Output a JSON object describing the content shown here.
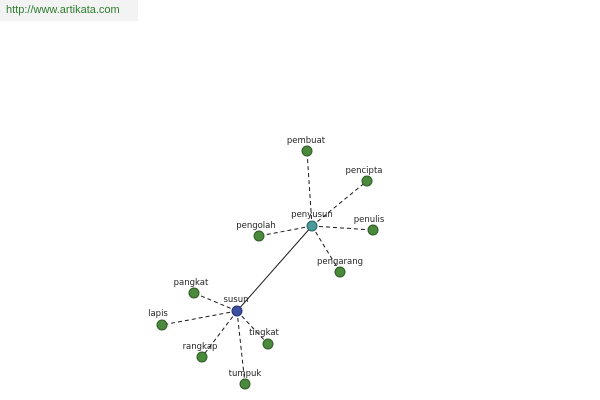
{
  "header": {
    "url": "http://www.artikata.com"
  },
  "graph": {
    "hubs": [
      {
        "id": "susun",
        "label": "susun",
        "color": "#3d4fa0"
      },
      {
        "id": "penyusun",
        "label": "penyusun",
        "color": "#4a9a9a"
      }
    ],
    "leaves": [
      {
        "id": "pembuat",
        "label": "pembuat",
        "hub": "penyusun"
      },
      {
        "id": "pencipta",
        "label": "pencipta",
        "hub": "penyusun"
      },
      {
        "id": "penulis",
        "label": "penulis",
        "hub": "penyusun"
      },
      {
        "id": "pengarang",
        "label": "pengarang",
        "hub": "penyusun"
      },
      {
        "id": "pengolah",
        "label": "pengolah",
        "hub": "penyusun"
      },
      {
        "id": "pangkat",
        "label": "pangkat",
        "hub": "susun"
      },
      {
        "id": "lapis",
        "label": "lapis",
        "hub": "susun"
      },
      {
        "id": "rangkap",
        "label": "rangkap",
        "hub": "susun"
      },
      {
        "id": "tumpuk",
        "label": "tumpuk",
        "hub": "susun"
      },
      {
        "id": "tingkat",
        "label": "tingkat",
        "hub": "susun"
      }
    ],
    "leaf_color": "#4a8a3c"
  }
}
